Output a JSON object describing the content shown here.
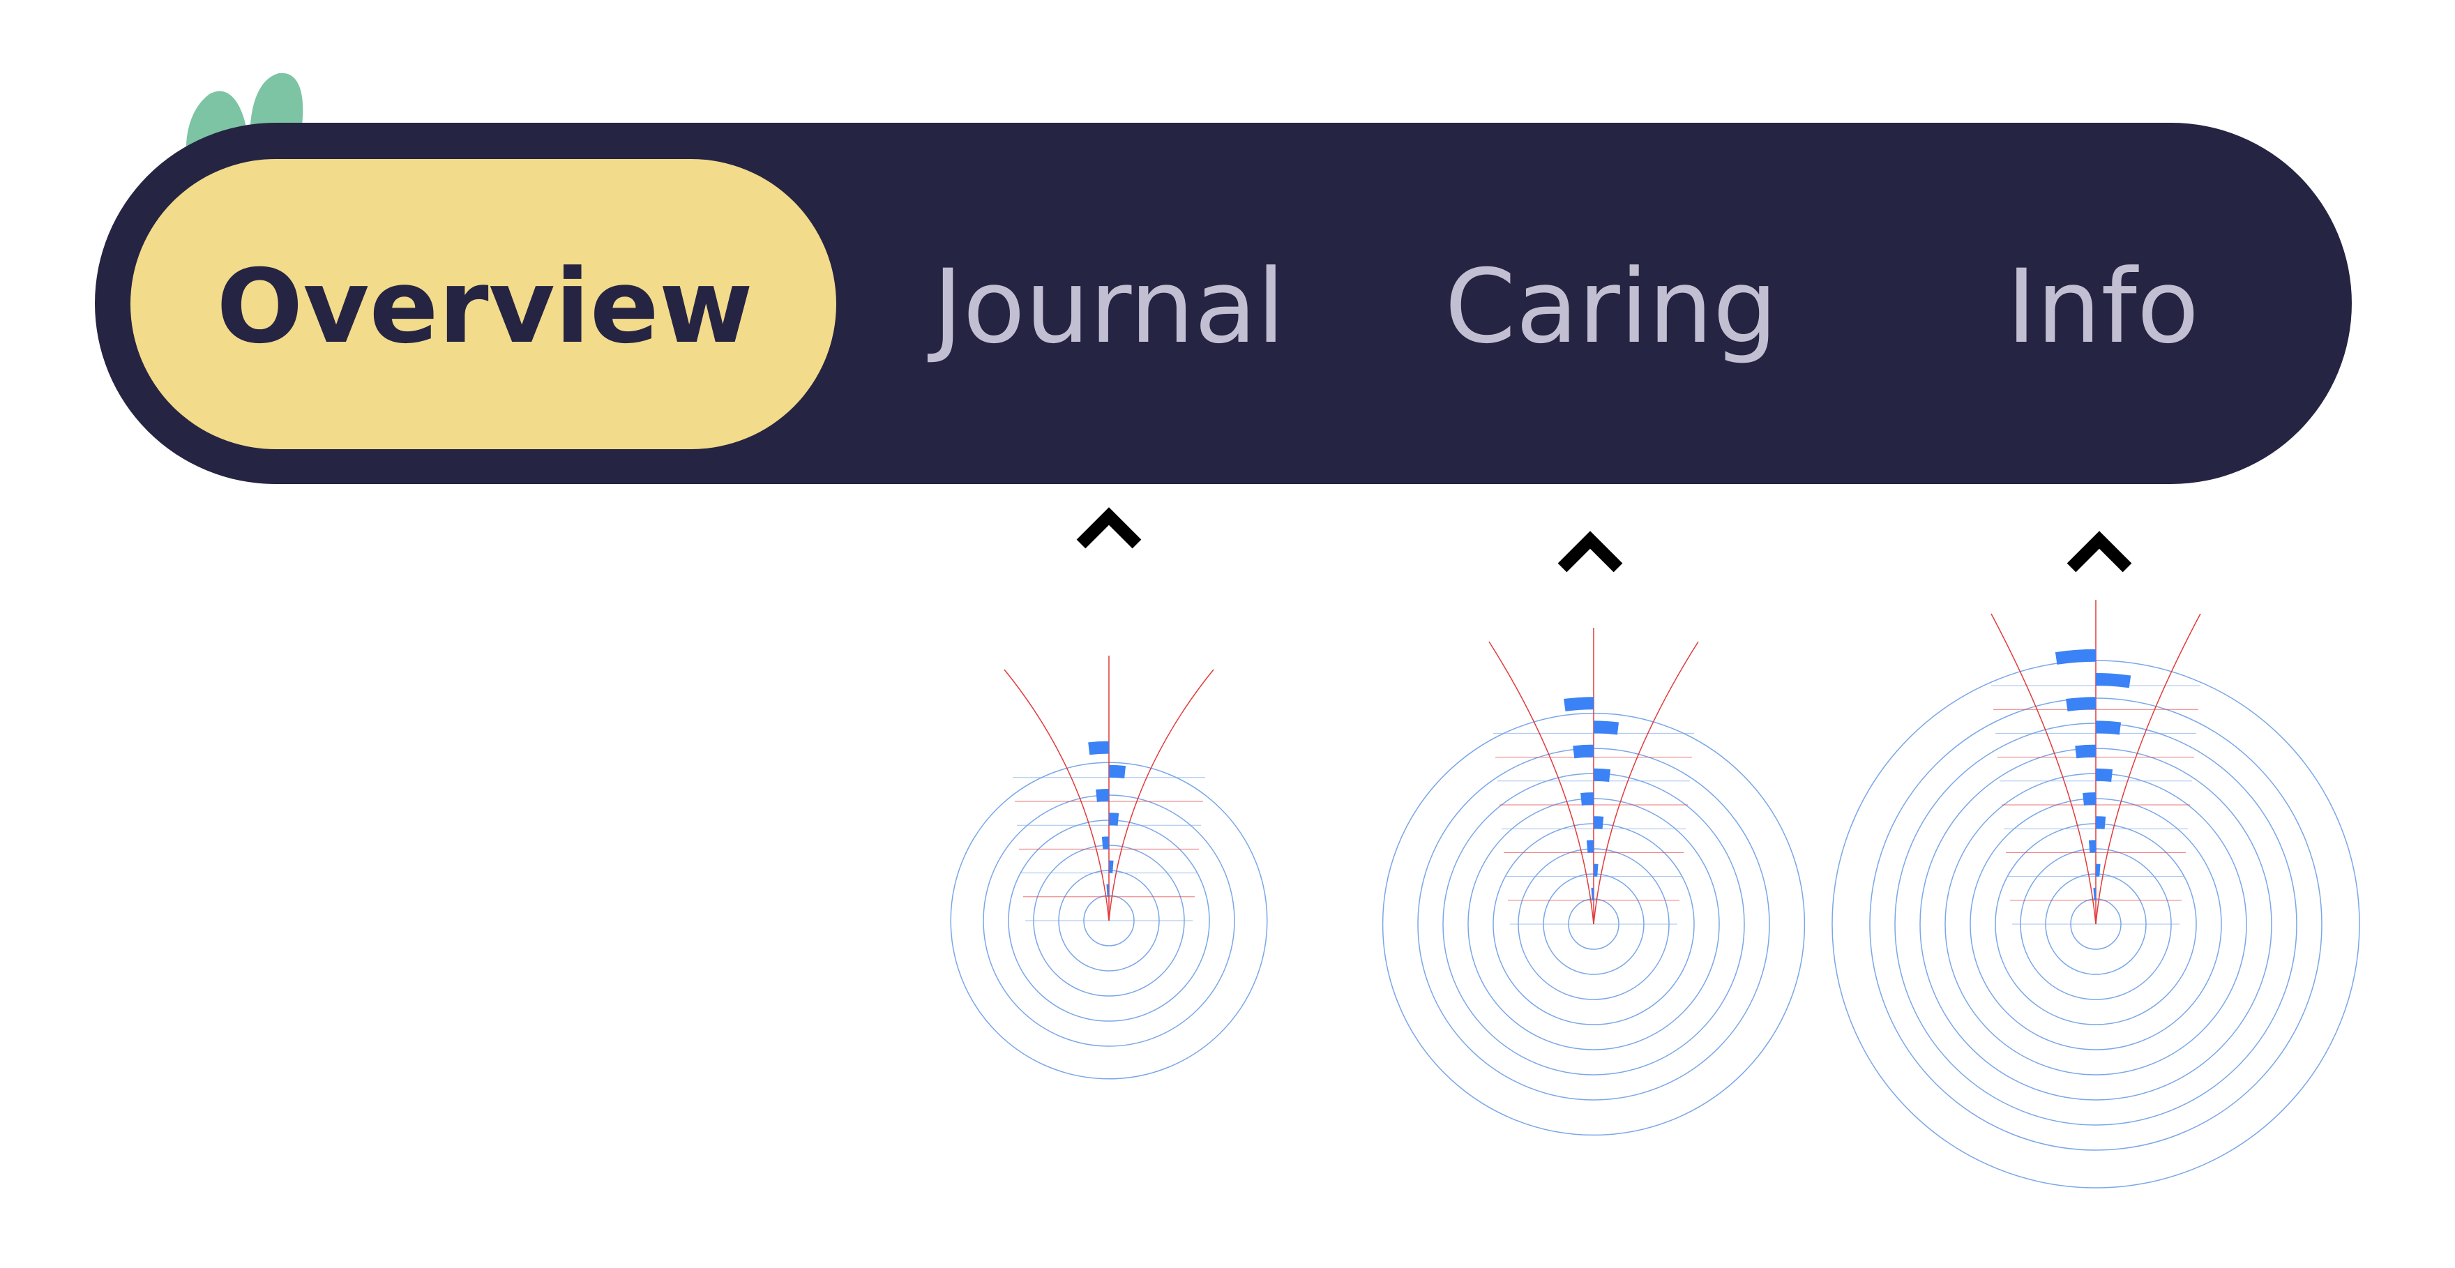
{
  "nav": {
    "tabs": [
      {
        "label": "Overview",
        "active": true
      },
      {
        "label": "Journal",
        "active": false
      },
      {
        "label": "Caring",
        "active": false
      },
      {
        "label": "Info",
        "active": false
      }
    ]
  },
  "colors": {
    "bar_background": "#262443",
    "active_pill": "#f2db8b",
    "active_text": "#262443",
    "inactive_text": "#c3bfd3",
    "leaf": "#7cc4a4",
    "diagram_blue": "#3b82f6",
    "diagram_circle": "#7aa7e8",
    "diagram_red": "#e23b3b"
  },
  "icons": {
    "decoration": "leaf-sprig-icon",
    "indicator": "chevron-up-icon"
  },
  "diagrams": [
    {
      "tab": "Journal",
      "rings": 6,
      "segments": 7
    },
    {
      "tab": "Caring",
      "rings": 8,
      "segments": 9
    },
    {
      "tab": "Info",
      "rings": 10,
      "segments": 11
    }
  ]
}
